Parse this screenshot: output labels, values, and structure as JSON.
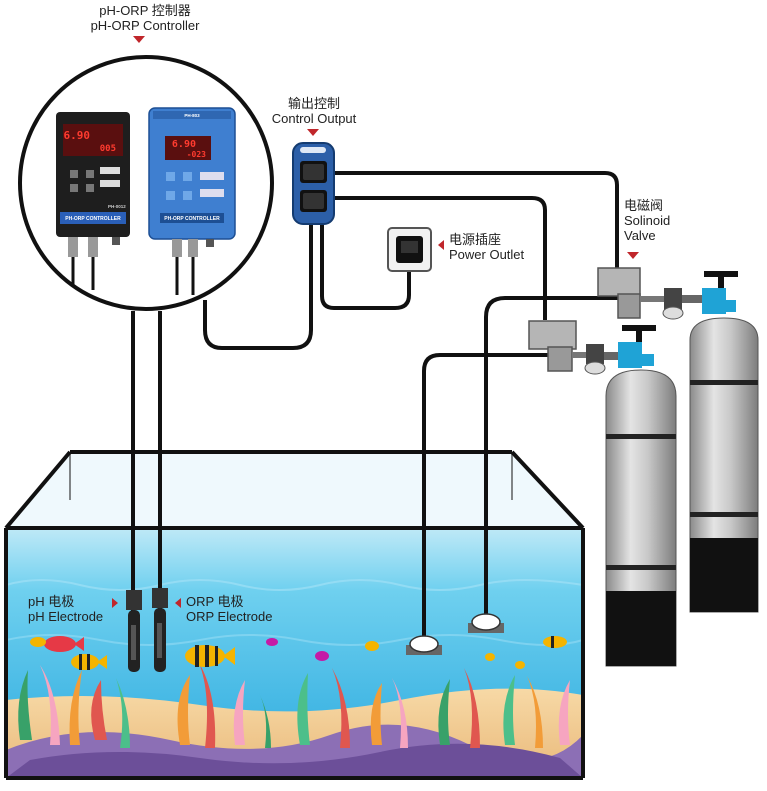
{
  "labels": {
    "controller_cn": "pH-ORP 控制器",
    "controller_en": "pH-ORP Controller",
    "output_cn": "输出控制",
    "output_en": "Control Output",
    "outlet_cn": "电源插座",
    "outlet_en": "Power Outlet",
    "valve_cn": "电磁阀",
    "valve_en1": "Solinoid",
    "valve_en2": "Valve",
    "ph_cn": "pH 电极",
    "ph_en": "pH Electrode",
    "orp_cn": "ORP 电极",
    "orp_en": "ORP Electrode"
  },
  "controller_black": {
    "model": "PH-0012",
    "panel": "PH-ORP CONTROLLER",
    "reading_ph": "6.90",
    "reading_orp": "005"
  },
  "controller_blue": {
    "model": "PH-803",
    "panel": "PH-ORP CONTROLLER",
    "reading_ph": "6.90",
    "reading_orp": "-023"
  },
  "colors": {
    "accent": "#c0262b",
    "water": "#4fc3e8",
    "controller_blue": "#3f7fd0",
    "cylinder": "#c9c9c9",
    "valve_knob": "#1fa3d6"
  }
}
